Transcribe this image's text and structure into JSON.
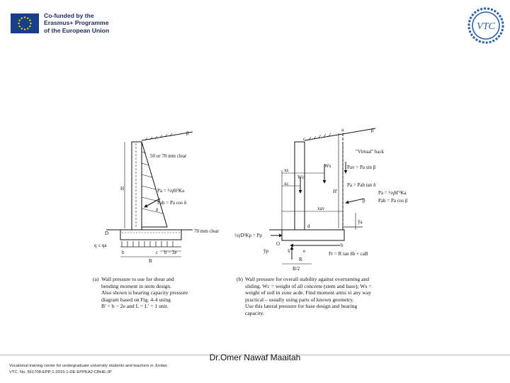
{
  "header": {
    "eu_lines": [
      "Co-funded by the",
      "Erasmus+ Programme",
      "of the European Union"
    ],
    "logo_text": "VTC",
    "colors": {
      "eu_blue": "#173d8c",
      "eu_star": "#f4d300",
      "vtc_blue": "#2b5fa8"
    }
  },
  "figure_a": {
    "labels": {
      "beta": "β",
      "clear_50_70": "50 or 70 mm clear",
      "H": "H",
      "Pa": "Pa = ½γH²Ka",
      "Pah": "Pah = Pa cos δ",
      "delta": "δ",
      "D": "D",
      "clear_70": "70 mm clear",
      "q_le_qa": "q ≤ qa",
      "b": "b",
      "c": "c",
      "b_minus_2e": "b − 2e",
      "B": "B"
    },
    "caption_label": "(a)",
    "caption_lines": [
      "Wall pressure to use for shear and",
      "bending moment in stem design.",
      "Also shown is bearing capacity pressure",
      "diagram based on Fig. 4-4 using",
      "B′ = b − 2e and L = L′ = 1 unit."
    ]
  },
  "figure_b": {
    "labels": {
      "a": "a",
      "beta": "β",
      "c": "c",
      "virtual_back": "\"Virtual\" back",
      "x_s": "xs",
      "x_c": "xc",
      "W_s": "Ws",
      "W_c": "Wc",
      "Pav": "Pav = Pa sin β",
      "H_prime": "H′",
      "Pah_tan": "Pa = Pah tan δ",
      "Pa_formula": "Pa = ½γH′²Ka",
      "Pah_cos": "Pah = Pa cos β",
      "beta2": "β",
      "x_av": "xav",
      "d": "d",
      "Pp": "½γD²Kp = Pp",
      "O": "O",
      "y_p": "ȳp",
      "y_a": "ȳa",
      "x_bar": "x̄",
      "e": "e",
      "R": "R",
      "b": "b",
      "Fr": "Fr = R tan δb + caB",
      "B_half": "B/2"
    },
    "caption_label": "(b)",
    "caption_lines": [
      "Wall pressure for overall stability against overturning and",
      "sliding. Wc = weight of all concrete (stem and base); Ws =",
      "weight of soil in zone acde. Find moment arms xi any way",
      "practical – usually using parts of known geometry.",
      "Use this lateral pressure for base design and bearing",
      "capacity."
    ]
  },
  "footer": {
    "author": "Dr.Omer Nawaf Maaitah",
    "lines": [
      "Vocational training center for undergraduate university students and teachers in Jordan",
      "VTC: No. 561708-EPP-1-2015-1-DE-EPPKA2-CBHE-JP"
    ]
  }
}
